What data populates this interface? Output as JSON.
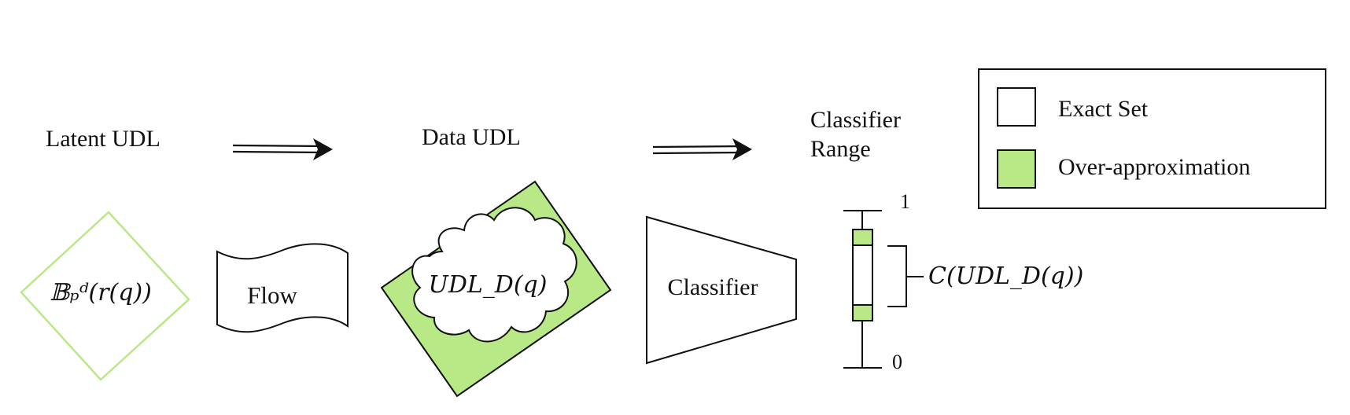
{
  "colors": {
    "green_fill": "#b8e986",
    "green_stroke": "#9bd86b",
    "stroke": "#111111",
    "background": "#ffffff"
  },
  "stages": {
    "latent": {
      "title": "Latent UDL",
      "shape_text": "𝔹ₚᵈ(r(q))"
    },
    "flow": {
      "label": "Flow"
    },
    "data": {
      "title": "Data UDL",
      "shape_text": "UDL_D(q)"
    },
    "classifier": {
      "label": "Classifier"
    },
    "range": {
      "title_line1": "Classifier",
      "title_line2": "Range",
      "tick_top": "1",
      "tick_bottom": "0",
      "brace_label": "C(UDL_D(q))"
    }
  },
  "legend": {
    "exact_label": "Exact Set",
    "over_label": "Over-approximation"
  },
  "arrows": [
    "double-arrow-right",
    "double-arrow-right"
  ]
}
